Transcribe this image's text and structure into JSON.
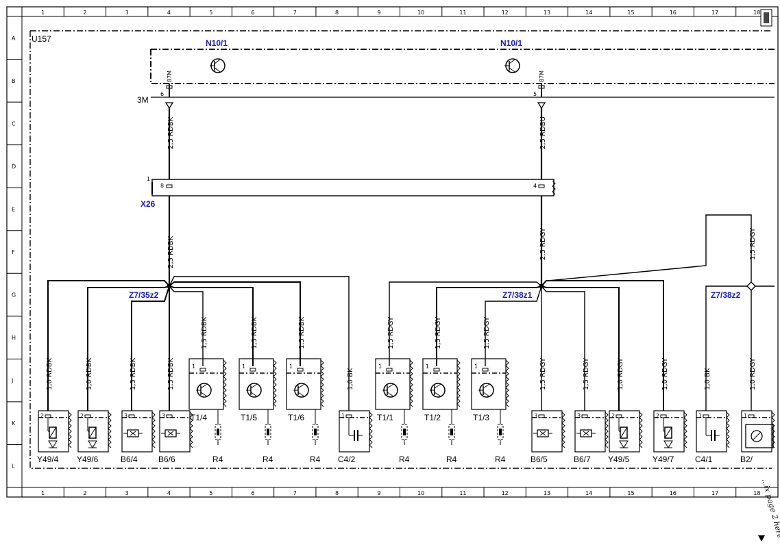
{
  "diagram": {
    "col_numbers": [
      "1",
      "2",
      "3",
      "4",
      "5",
      "6",
      "7",
      "8",
      "9",
      "10",
      "11",
      "12",
      "13",
      "14",
      "15",
      "16",
      "17",
      "18"
    ],
    "row_letters": [
      "A",
      "B",
      "C",
      "D",
      "E",
      "F",
      "G",
      "H",
      "J",
      "K",
      "L"
    ],
    "frame_label": "U157",
    "modules": [
      {
        "id": "n10-left",
        "label": "N10/1"
      },
      {
        "id": "n10-right",
        "label": "N10/1"
      }
    ],
    "ground_label": "3M",
    "connector_label": "X26",
    "connector_pin_left": "1",
    "top_pins": [
      {
        "id": "pin-6",
        "pin": "6",
        "code": "87M"
      },
      {
        "id": "pin-5",
        "pin": "5",
        "code": "87M"
      }
    ],
    "x26_pins": [
      {
        "id": "x26-8",
        "pin": "8"
      },
      {
        "id": "x26-4",
        "pin": "4"
      }
    ],
    "nodes": [
      {
        "id": "z7-35z2",
        "label": "Z7/35z2"
      },
      {
        "id": "z7-38z1",
        "label": "Z7/38z1"
      },
      {
        "id": "z7-38z2",
        "label": "Z7/38z2"
      }
    ],
    "main_wires": [
      {
        "id": "w-c-left",
        "label": "2,5 RDBK"
      },
      {
        "id": "w-c-right",
        "label": "2,5 RDBU"
      },
      {
        "id": "w-f-left",
        "label": "2,5 RDBK"
      },
      {
        "id": "w-f-right",
        "label": "2,5 RDGY"
      },
      {
        "id": "w-f-far",
        "label": "1,5 RDGY"
      }
    ],
    "branch_wires": [
      {
        "id": "bw-t14",
        "label": "1,5 RDBK"
      },
      {
        "id": "bw-t15",
        "label": "1,5 RDBK"
      },
      {
        "id": "bw-t16",
        "label": "1,5 RDBK"
      },
      {
        "id": "bw-t11",
        "label": "1,5 RDGY"
      },
      {
        "id": "bw-t12",
        "label": "1,5 RDGY"
      },
      {
        "id": "bw-t13",
        "label": "1,5 RDGY"
      }
    ],
    "low_wires": [
      {
        "id": "lw-1",
        "label": "1,0 RDBK"
      },
      {
        "id": "lw-2",
        "label": "1,0 RDBK"
      },
      {
        "id": "lw-3",
        "label": "1,5 RDBK"
      },
      {
        "id": "lw-4",
        "label": "1,5 RDBK"
      },
      {
        "id": "lw-5",
        "label": "1,0 BK"
      },
      {
        "id": "lw-6",
        "label": "1,5 RDGY"
      },
      {
        "id": "lw-7",
        "label": "1,5 RDGY"
      },
      {
        "id": "lw-8",
        "label": "1,0 RDGY"
      },
      {
        "id": "lw-9",
        "label": "1,0 RDGY"
      },
      {
        "id": "lw-10",
        "label": "1,0 BK"
      },
      {
        "id": "lw-11",
        "label": "1,0 RDGY"
      }
    ],
    "transistors": [
      {
        "id": "t14",
        "label": "T1/4",
        "pin": "1",
        "res": "R4"
      },
      {
        "id": "t15",
        "label": "T1/5",
        "pin": "1",
        "res": "R4"
      },
      {
        "id": "t16",
        "label": "T1/6",
        "pin": "1",
        "res": "R4"
      },
      {
        "id": "t11",
        "label": "T1/1",
        "pin": "1",
        "res": "R4"
      },
      {
        "id": "t12",
        "label": "T1/2",
        "pin": "1",
        "res": "R4"
      },
      {
        "id": "t13",
        "label": "T1/3",
        "pin": "1",
        "res": "R4"
      }
    ],
    "components": [
      {
        "id": "y49-4",
        "label": "Y49/4",
        "pin": "2",
        "kind": "valve"
      },
      {
        "id": "y49-6",
        "label": "Y49/6",
        "pin": "2",
        "kind": "valve"
      },
      {
        "id": "b6-4",
        "label": "B6/4",
        "pin": "3",
        "kind": "sensor"
      },
      {
        "id": "b6-6",
        "label": "B6/6",
        "pin": "3",
        "kind": "sensor"
      },
      {
        "id": "c4-2",
        "label": "C4/2",
        "pin": "1",
        "kind": "capacitor"
      },
      {
        "id": "b6-5",
        "label": "B6/5",
        "pin": "3",
        "kind": "sensor"
      },
      {
        "id": "b6-7",
        "label": "B6/7",
        "pin": "3",
        "kind": "sensor"
      },
      {
        "id": "y49-5",
        "label": "Y49/5",
        "pin": "2",
        "kind": "valve"
      },
      {
        "id": "y49-7",
        "label": "Y49/7",
        "pin": "2",
        "kind": "valve"
      },
      {
        "id": "c4-1",
        "label": "C4/1",
        "pin": "1",
        "kind": "capacitor"
      },
      {
        "id": "b2-x",
        "label": "B2/",
        "pin": "1",
        "kind": "meter"
      }
    ],
    "side_note": "...ix page 2 here"
  }
}
